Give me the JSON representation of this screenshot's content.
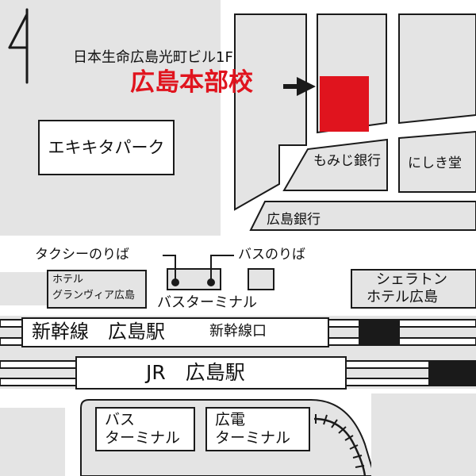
{
  "colors": {
    "block": "#e4e4e4",
    "line": "#1a1a1a",
    "accent": "#e0141e",
    "road": "#ffffff"
  },
  "icons": {
    "north": "north-arrow-icon",
    "pointer": "arrow-right-icon"
  },
  "office": {
    "building": "日本生命広島光町ビル1F",
    "name": "広島本部校"
  },
  "landmarks": {
    "eki_kita_park": "エキキタパーク",
    "momiji_bank": "もみじ銀行",
    "nishikido": "にしき堂",
    "hiroshima_bank": "広島銀行",
    "taxi_stand": "タクシーのりば",
    "bus_stop": "バスのりば",
    "hotel_granvia_1": "ホテル",
    "hotel_granvia_2": "グランヴィア広島",
    "bus_terminal_top": "バスターミナル",
    "sheraton_1": "シェラトン",
    "sheraton_2": "ホテル広島",
    "shinkansen_station": "新幹線　広島駅",
    "shinkansen_exit": "新幹線口",
    "jr_station": "JR　広島駅",
    "bus_terminal_bottom_1": "バス",
    "bus_terminal_bottom_2": "ターミナル",
    "tram_terminal_1": "広電",
    "tram_terminal_2": "ターミナル"
  }
}
